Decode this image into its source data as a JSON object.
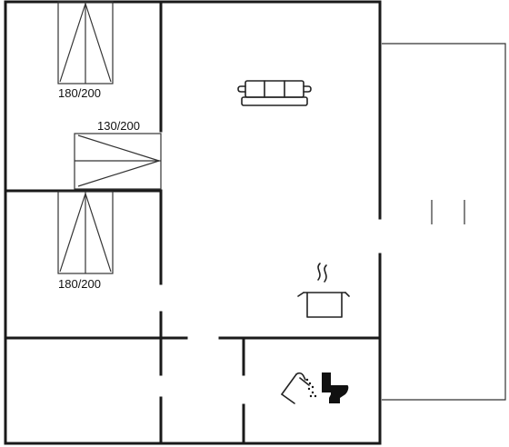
{
  "rooms": {
    "bedroom_top": {
      "bed_label": "180/200"
    },
    "bedroom_middle": {
      "bed_label": "130/200"
    },
    "bedroom_bottom": {
      "bed_label": "180/200"
    }
  },
  "icons": {
    "living": "sofa-icon",
    "kitchen": "cooking-pot-icon",
    "bathroom_shower": "shower-icon",
    "bathroom_toilet": "toilet-icon"
  }
}
